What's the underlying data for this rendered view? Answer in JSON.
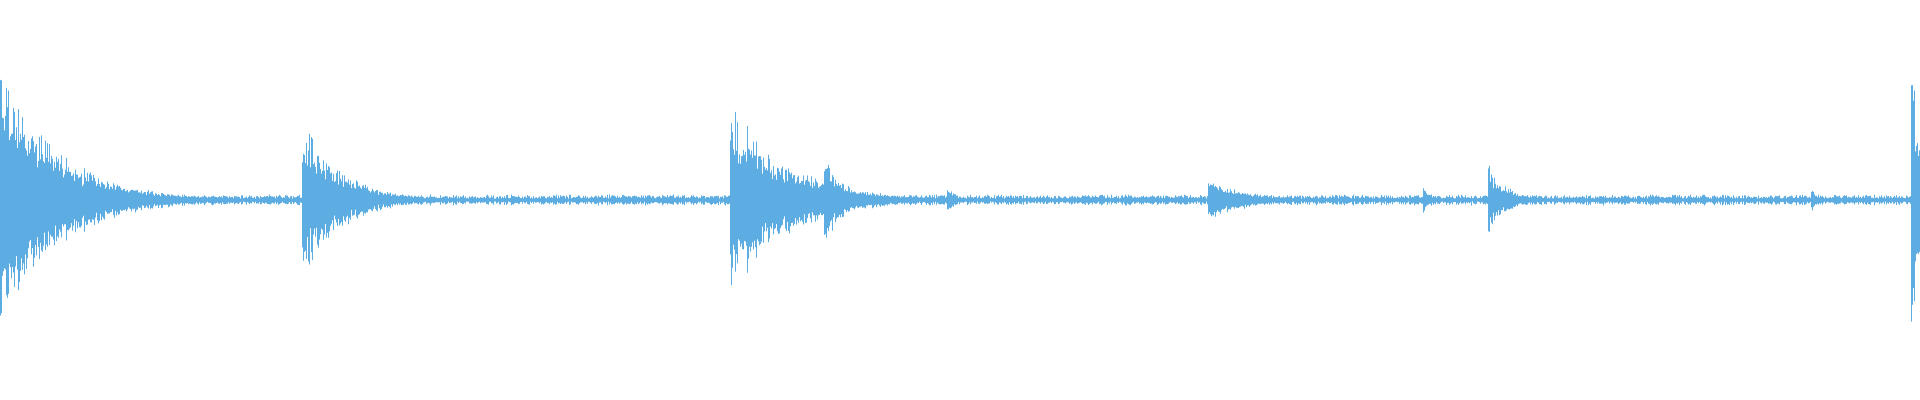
{
  "waveform": {
    "color": "#5DADE2",
    "background": "#FFFFFF",
    "noise_floor": 0.025,
    "onsets": [
      {
        "position": 0.0,
        "peak": 0.75,
        "decay": 0.03
      },
      {
        "position": 0.157,
        "peak": 0.45,
        "decay": 0.02
      },
      {
        "position": 0.38,
        "peak": 0.55,
        "decay": 0.03
      },
      {
        "position": 0.429,
        "peak": 0.28,
        "decay": 0.01
      },
      {
        "position": 0.493,
        "peak": 0.1,
        "decay": 0.004
      },
      {
        "position": 0.629,
        "peak": 0.12,
        "decay": 0.02
      },
      {
        "position": 0.741,
        "peak": 0.1,
        "decay": 0.004
      },
      {
        "position": 0.775,
        "peak": 0.2,
        "decay": 0.01
      },
      {
        "position": 0.943,
        "peak": 0.08,
        "decay": 0.004
      },
      {
        "position": 0.995,
        "peak": 1.0,
        "decay": 0.005
      }
    ]
  }
}
